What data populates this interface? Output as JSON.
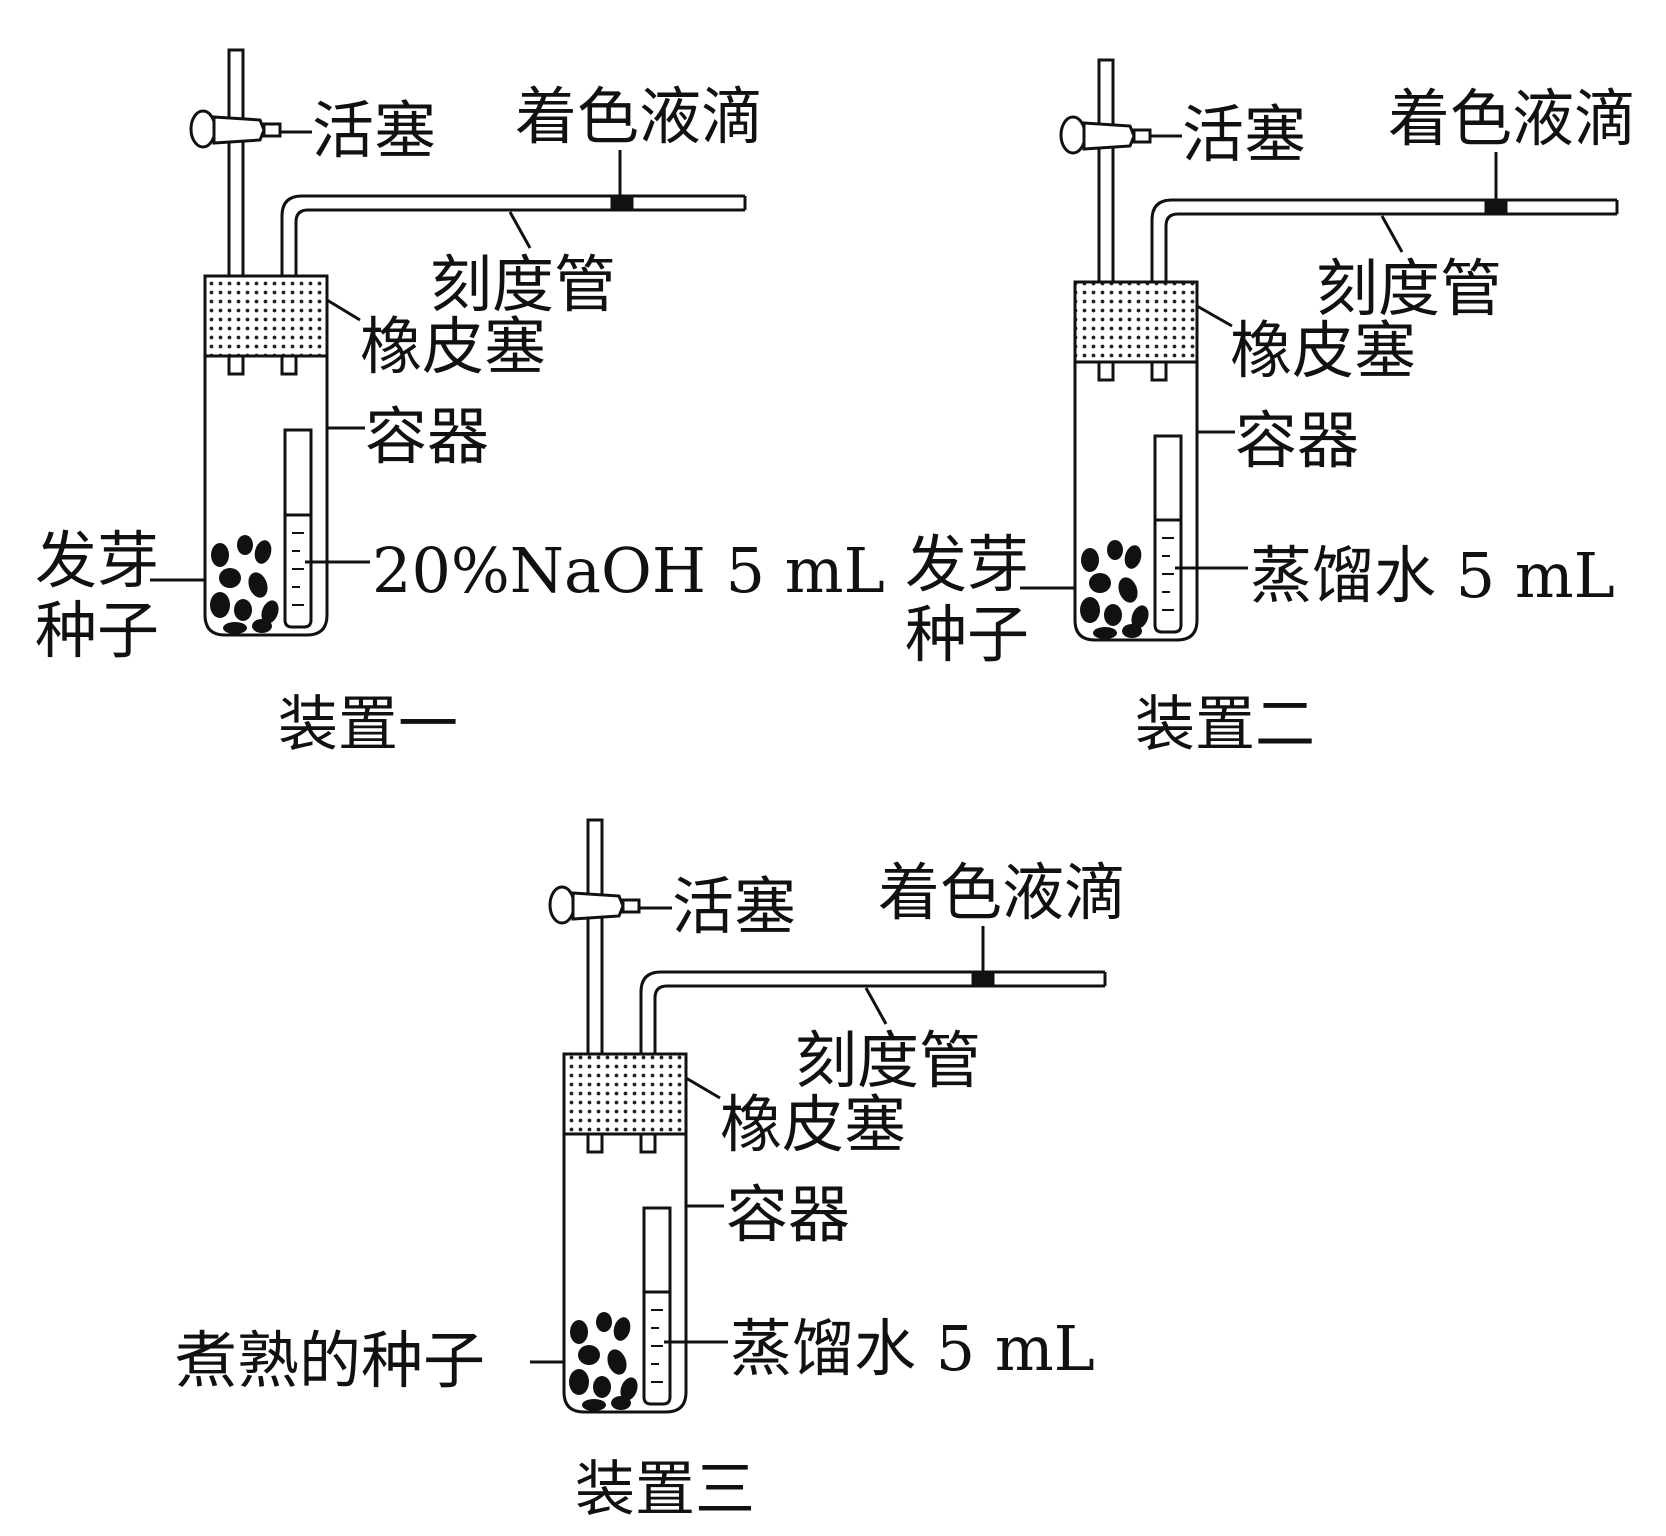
{
  "apparatus": [
    {
      "caption": "装置一",
      "labels": {
        "stopcock": "活塞",
        "colored_drop": "着色液滴",
        "graduated_tube": "刻度管",
        "rubber_stopper": "橡皮塞",
        "container": "容器",
        "seeds": [
          "发芽",
          "种子"
        ],
        "liquid": "20%NaOH 5 mL"
      }
    },
    {
      "caption": "装置二",
      "labels": {
        "stopcock": "活塞",
        "colored_drop": "着色液滴",
        "graduated_tube": "刻度管",
        "rubber_stopper": "橡皮塞",
        "container": "容器",
        "seeds": [
          "发芽",
          "种子"
        ],
        "liquid": "蒸馏水 5 mL"
      }
    },
    {
      "caption": "装置三",
      "labels": {
        "stopcock": "活塞",
        "colored_drop": "着色液滴",
        "graduated_tube": "刻度管",
        "rubber_stopper": "橡皮塞",
        "container": "容器",
        "seeds": [
          "煮熟的种子"
        ],
        "liquid": "蒸馏水 5 mL"
      }
    }
  ]
}
